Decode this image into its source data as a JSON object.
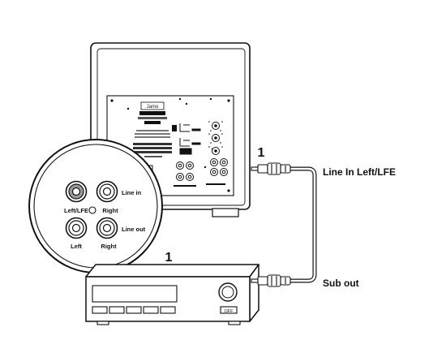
{
  "labels": {
    "step_sub": "1",
    "step_receiver": "1",
    "line_in": "Line In Left/LFE",
    "sub_out": "Sub out"
  },
  "zoom_panel": {
    "line_in": "Line in",
    "left_lfe": "Left/LFE",
    "right_top": "Right",
    "line_out": "Line out",
    "left_bottom": "Left",
    "right_bottom": "Right"
  },
  "panel": {
    "brand": "Jamo",
    "receiver_off": "OFF"
  }
}
